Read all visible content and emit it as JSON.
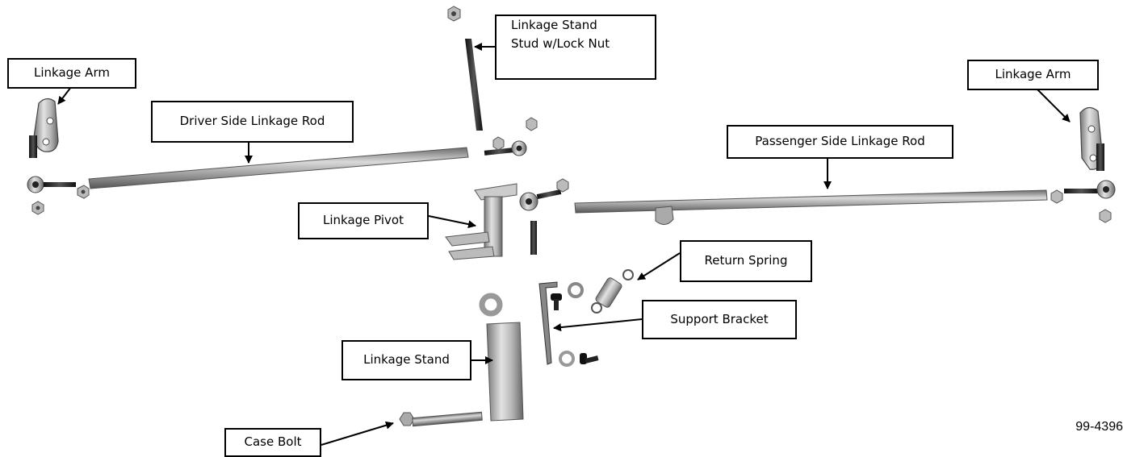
{
  "labels": {
    "linkage_arm_left": "Linkage Arm",
    "stand_stud_line1": "Linkage Stand",
    "stand_stud_line2": "Stud w/Lock Nut",
    "linkage_arm_right": "Linkage Arm",
    "driver_rod": "Driver Side Linkage Rod",
    "passenger_rod": "Passenger Side Linkage Rod",
    "linkage_pivot": "Linkage Pivot",
    "return_spring": "Return Spring",
    "support_bracket": "Support Bracket",
    "linkage_stand": "Linkage Stand",
    "case_bolt": "Case Bolt"
  },
  "part_number": "99-4396"
}
